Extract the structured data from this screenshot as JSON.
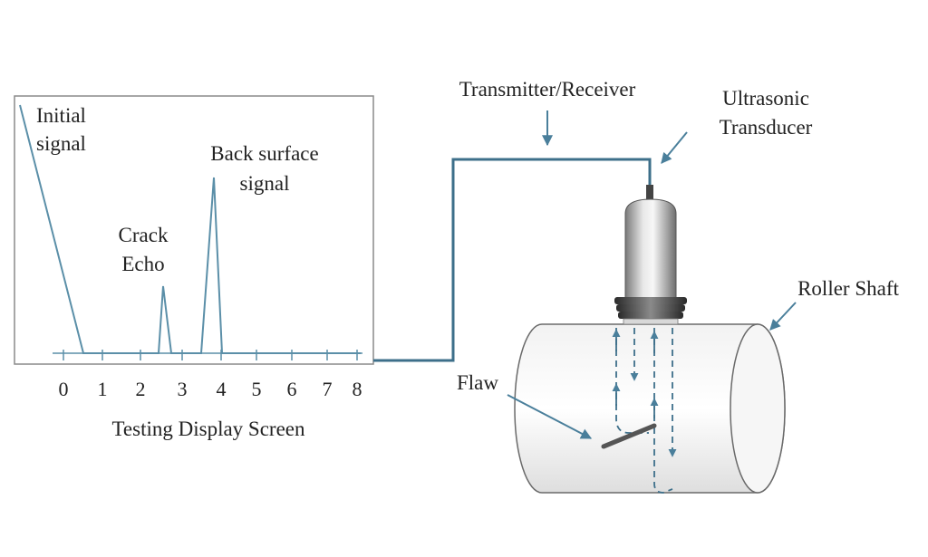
{
  "display": {
    "caption": "Testing Display Screen",
    "initial_signal": [
      "Initial",
      "signal"
    ],
    "crack_echo": [
      "Crack",
      "Echo"
    ],
    "back_surface": [
      "Back surface",
      "signal"
    ],
    "axis_ticks": [
      "0",
      "1",
      "2",
      "3",
      "4",
      "5",
      "6",
      "7",
      "8"
    ]
  },
  "labels": {
    "transmitter_receiver": "Transmitter/Receiver",
    "ultrasonic_transducer": [
      "Ultrasonic",
      "Transducer"
    ],
    "roller_shaft": "Roller Shaft",
    "flaw": "Flaw"
  },
  "colors": {
    "signal": "#5b8fa8",
    "cable": "#3d6f8a",
    "arrow": "#4a7f9b",
    "screen_border": "#8a8a8a",
    "flaw": "#555555"
  }
}
